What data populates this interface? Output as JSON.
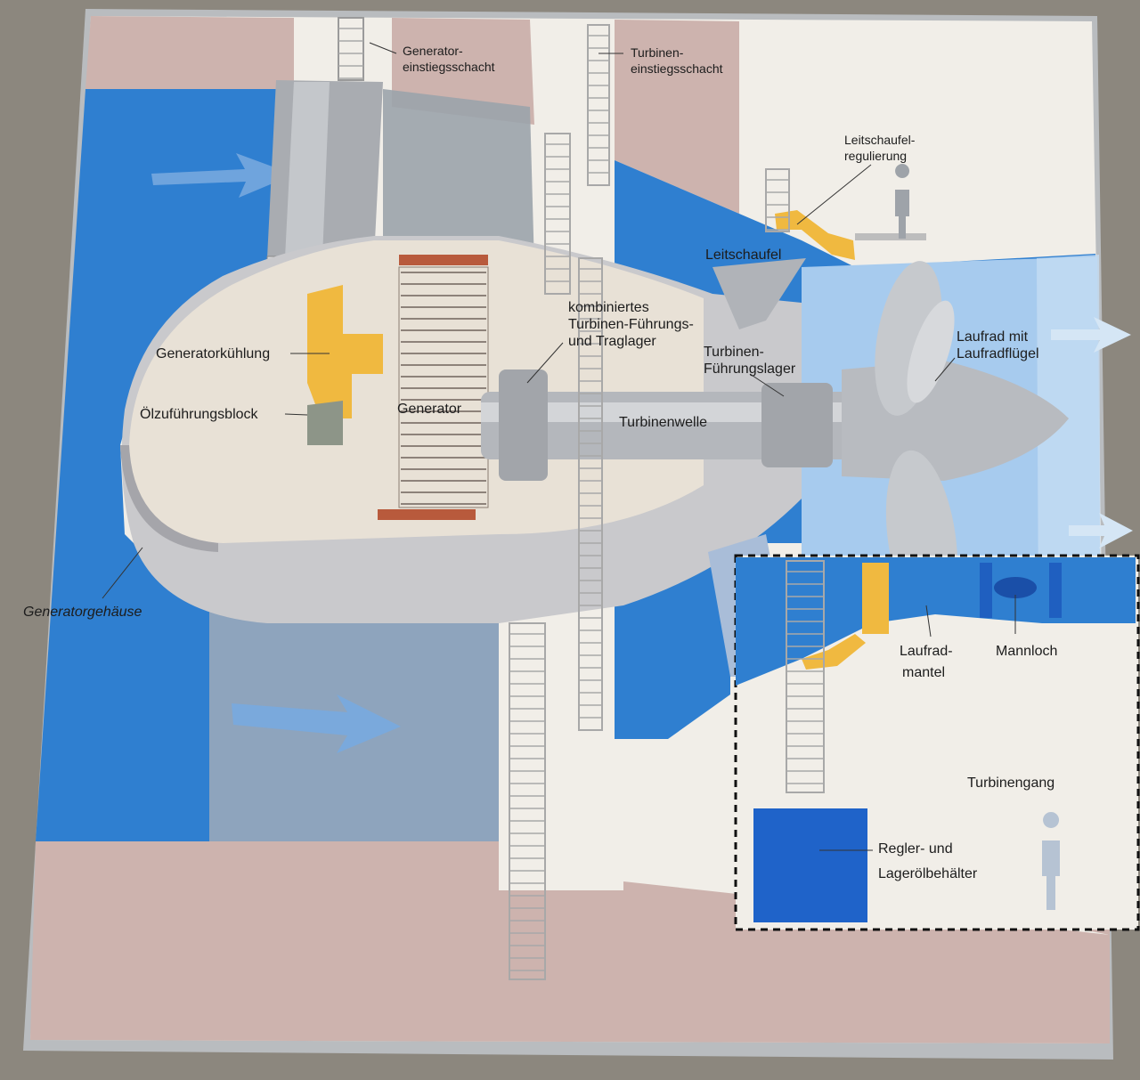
{
  "colors": {
    "water": "#2f7fd0",
    "water_light": "#9fc6ea",
    "concrete_pink": "#cdb3ae",
    "background": "#f1eee8",
    "housing_gray": "#c9c9cc",
    "shaft_gray": "#a9acb1",
    "cooling_yellow": "#f0b940",
    "generator_red": "#b85a3c",
    "tank_blue": "#1f63c9",
    "frame": "#b9bcbf"
  },
  "labels": {
    "generator_shaft": [
      "Generator-",
      "einstiegsschacht"
    ],
    "turbine_shaft": [
      "Turbinen-",
      "einstiegsschacht"
    ],
    "guide_vane_control": [
      "Leitschaufel-",
      "regulierung"
    ],
    "guide_vane": "Leitschaufel",
    "combined_bearing": [
      "kombiniertes",
      "Turbinen-Führungs-",
      "und Traglager"
    ],
    "turbine_guide_bearing": [
      "Turbinen-",
      "Führungslager"
    ],
    "runner": [
      "Laufrad mit",
      "Laufradflügel"
    ],
    "generator_cooling": "Generatorkühlung",
    "oil_supply_block": "Ölzuführungsblock",
    "generator": "Generator",
    "turbine_shaft_main": "Turbinenwelle",
    "generator_housing": "Generatorgehäuse",
    "runner_casing": [
      "Laufrad-",
      "mantel"
    ],
    "manhole": "Mannloch",
    "turbine_gallery": "Turbinengang",
    "oil_tank": [
      "Regler- und",
      "Lagerölbehälter"
    ]
  }
}
